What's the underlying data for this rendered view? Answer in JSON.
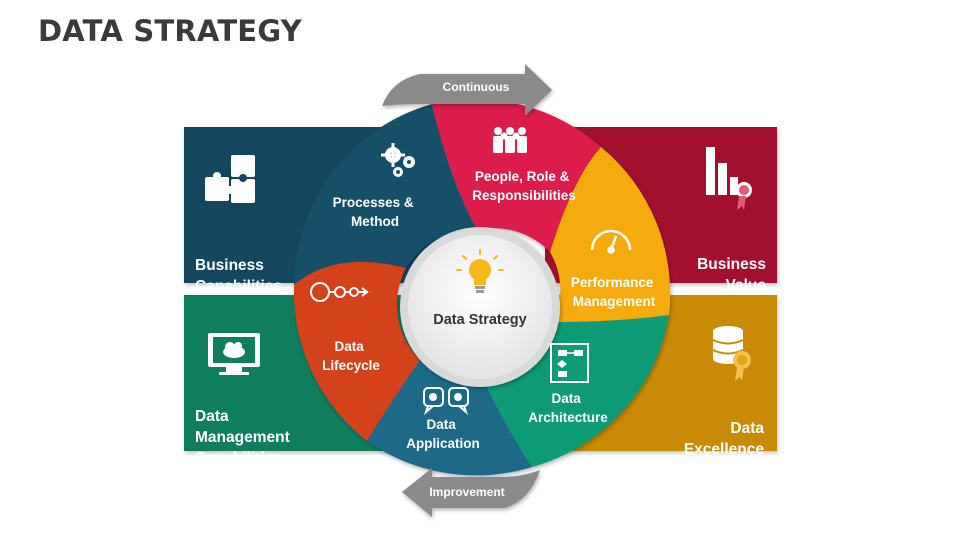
{
  "title": "DATA STRATEGY",
  "center_label": "Data Strategy",
  "arrows": {
    "top": "Continuous",
    "bottom": "Improvement"
  },
  "panels": [
    {
      "id": "business-capabilities",
      "lines": [
        "Business",
        "Capabilities"
      ],
      "color": "#14475e",
      "icon": "puzzle-icon"
    },
    {
      "id": "business-value",
      "lines": [
        "Business",
        "Value"
      ],
      "color": "#a3102f",
      "icon": "bar-chart-award-icon"
    },
    {
      "id": "data-management-capabilities",
      "lines": [
        "Data",
        "Management",
        "Capabilities"
      ],
      "color": "#0f7e5f",
      "icon": "monitor-cloud-icon"
    },
    {
      "id": "data-excellence",
      "lines": [
        "Data",
        "Excellence"
      ],
      "color": "#c98b05",
      "icon": "database-award-icon"
    }
  ],
  "segments": [
    {
      "id": "processes-method",
      "lines": [
        "Processes &",
        "Method"
      ],
      "color": "#155067",
      "icon": "gears-icon"
    },
    {
      "id": "people-role",
      "lines": [
        "People, Role &",
        "Responsibilities"
      ],
      "color": "#dc1a4c",
      "icon": "people-icon"
    },
    {
      "id": "performance-management",
      "lines": [
        "Performance",
        "Management"
      ],
      "color": "#f5aa0b",
      "icon": "gauge-icon"
    },
    {
      "id": "data-architecture",
      "lines": [
        "Data",
        "Architecture"
      ],
      "color": "#0f9b75",
      "icon": "flowchart-icon"
    },
    {
      "id": "data-application",
      "lines": [
        "Data",
        "Application"
      ],
      "color": "#1a6a87",
      "icon": "chat-bubbles-icon"
    },
    {
      "id": "data-lifecycle",
      "lines": [
        "Data",
        "Lifecycle"
      ],
      "color": "#d4431e",
      "icon": "cycle-nodes-icon"
    }
  ],
  "colors": {
    "arrow": "#888888",
    "center_ring": "#d4d4d4",
    "bulb": "#f6b71b"
  }
}
